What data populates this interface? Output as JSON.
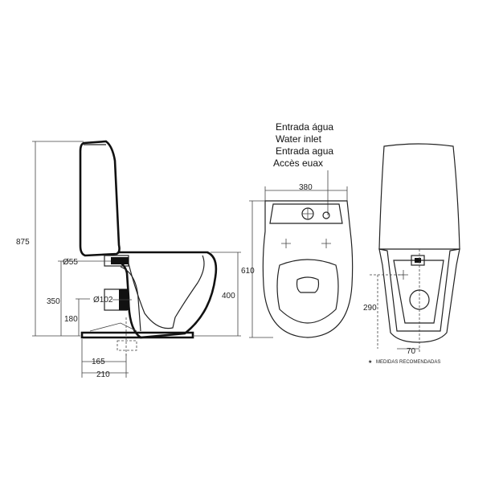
{
  "inlet_labels": [
    "Entrada água",
    "Water inlet",
    "Entrada agua",
    "Accès euax"
  ],
  "side_view": {
    "height_total": "875",
    "height_350": "350",
    "height_180": "180",
    "height_400": "400",
    "diam_55": "Ø55",
    "diam_102": "Ø102",
    "depth_165": "165",
    "depth_210": "210"
  },
  "top_view": {
    "width_380": "380",
    "length_610": "610"
  },
  "front_view": {
    "height_290": "290",
    "offset_70": "70",
    "note": "MEDIDAS RECOMENDADAS",
    "note_symbol": "★"
  },
  "colors": {
    "line": "#444444",
    "ink": "#111111",
    "background": "#ffffff"
  }
}
